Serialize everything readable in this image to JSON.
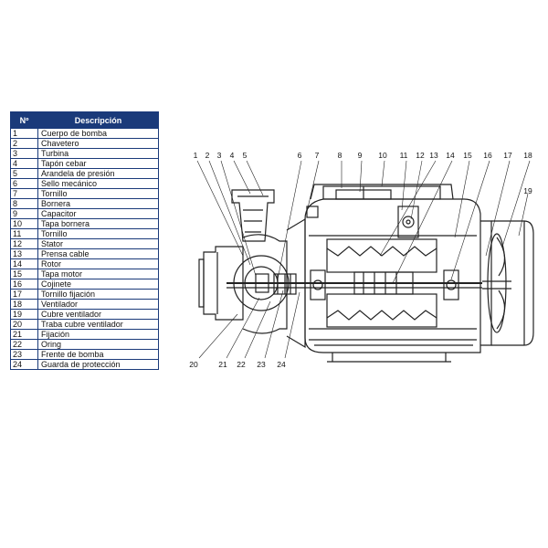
{
  "table": {
    "headers": {
      "number": "Nº",
      "description": "Descripción"
    },
    "rows": [
      {
        "n": "1",
        "desc": "Cuerpo de bomba"
      },
      {
        "n": "2",
        "desc": "Chavetero"
      },
      {
        "n": "3",
        "desc": "Turbina"
      },
      {
        "n": "4",
        "desc": "Tapón cebar"
      },
      {
        "n": "5",
        "desc": "Arandela de presión"
      },
      {
        "n": "6",
        "desc": "Sello mecánico"
      },
      {
        "n": "7",
        "desc": "Tornillo"
      },
      {
        "n": "8",
        "desc": "Bornera"
      },
      {
        "n": "9",
        "desc": "Capacitor"
      },
      {
        "n": "10",
        "desc": "Tapa bornera"
      },
      {
        "n": "11",
        "desc": "Tornillo"
      },
      {
        "n": "12",
        "desc": "Stator"
      },
      {
        "n": "13",
        "desc": "Prensa cable"
      },
      {
        "n": "14",
        "desc": "Rotor"
      },
      {
        "n": "15",
        "desc": "Tapa motor"
      },
      {
        "n": "16",
        "desc": "Cojinete"
      },
      {
        "n": "17",
        "desc": "Tornillo fijación"
      },
      {
        "n": "18",
        "desc": "Ventilador"
      },
      {
        "n": "19",
        "desc": "Cubre ventilador"
      },
      {
        "n": "20",
        "desc": "Traba cubre ventilador"
      },
      {
        "n": "21",
        "desc": "Fijación"
      },
      {
        "n": "22",
        "desc": "Oring"
      },
      {
        "n": "23",
        "desc": "Frente de bomba"
      },
      {
        "n": "24",
        "desc": "Guarda de protección"
      }
    ]
  },
  "diagram": {
    "top_callouts": [
      "1",
      "2",
      "3",
      "4",
      "5",
      "6",
      "7",
      "8",
      "9",
      "10",
      "11",
      "12",
      "13",
      "14",
      "15",
      "16",
      "17",
      "18"
    ],
    "side_callout": "19",
    "bottom_callouts": [
      "20",
      "21",
      "22",
      "23",
      "24"
    ]
  },
  "colors": {
    "table_header": "#1a3a7a",
    "border": "#1a3a7a",
    "line": "#222222"
  }
}
